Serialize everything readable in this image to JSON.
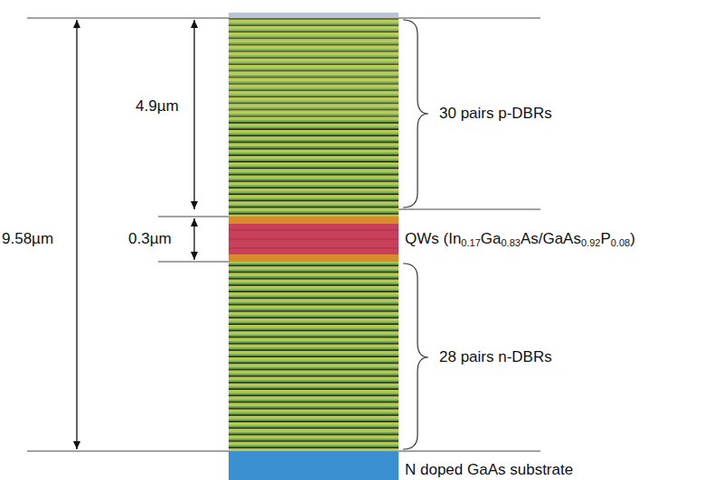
{
  "diagram": {
    "labels": [
      "4.9µm",
      "30 pairs p-DBRs",
      "9.58µm",
      "0.3µm",
      "QWs (In0.17Ga0.83As/GaAs0.92P0.08)",
      "28 pairs n-DBRs",
      "N doped GaAs substrate"
    ]
  }
}
